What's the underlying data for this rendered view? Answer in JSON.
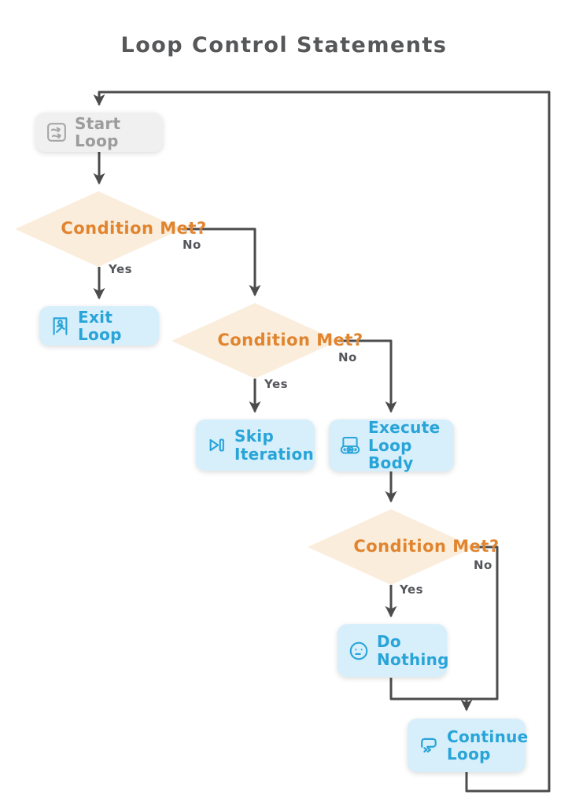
{
  "title": "Loop Control Statements",
  "nodes": {
    "start": {
      "label": "Start Loop"
    },
    "cond1": {
      "label": "Condition Met?"
    },
    "exit": {
      "label": "Exit Loop"
    },
    "cond2": {
      "label": "Condition Met?"
    },
    "skip": {
      "label": "Skip Iteration"
    },
    "execute": {
      "label": "Execute Loop Body"
    },
    "cond3": {
      "label": "Condition Met?"
    },
    "do_nothing": {
      "label": "Do Nothing"
    },
    "continue": {
      "label": "Continue Loop"
    }
  },
  "edge_labels": {
    "cond1_yes": "Yes",
    "cond1_no": "No",
    "cond2_yes": "Yes",
    "cond2_no": "No",
    "cond3_yes": "Yes",
    "cond3_no": "No"
  },
  "icons": {
    "start": "workflow-icon",
    "exit": "exit-door-icon",
    "skip": "skip-next-icon",
    "execute": "media-player-icon",
    "do_nothing": "neutral-face-icon",
    "continue": "loop-arrow-icon"
  },
  "colors": {
    "accent_blue": "#29a4d9",
    "box_blue_fill": "#d6effb",
    "diamond_fill": "#faeddc",
    "diamond_text": "#e1842e",
    "gray_box_fill": "#f0f0f0",
    "gray_box_text": "#9c9c9c",
    "arrow": "#4c4c4c",
    "title_text": "#565759",
    "background": "#ffffff"
  }
}
